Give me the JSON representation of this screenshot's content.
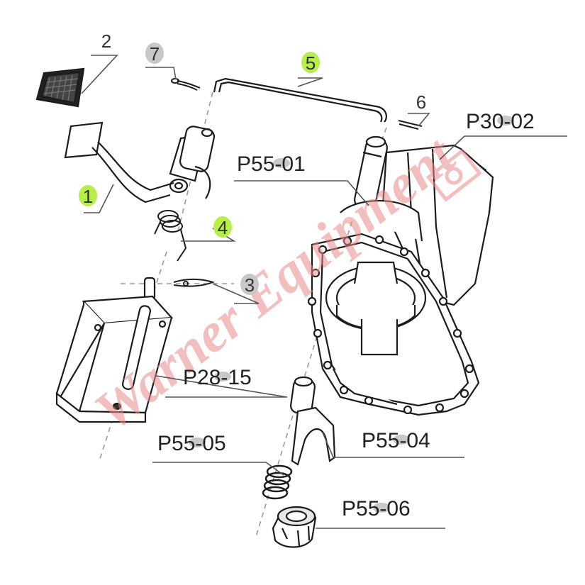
{
  "colors": {
    "highlight_green": "#b6ee4a",
    "dash_gray": "#c8c8c8",
    "watermark_red": "#e98a8a",
    "line": "#1c1c1c"
  },
  "callouts": [
    {
      "id": "c1",
      "text": "1",
      "style": "green"
    },
    {
      "id": "c2",
      "text": "2",
      "style": "plain"
    },
    {
      "id": "c3",
      "text": "3",
      "style": "gray"
    },
    {
      "id": "c4",
      "text": "4",
      "style": "green"
    },
    {
      "id": "c5",
      "text": "5",
      "style": "green"
    },
    {
      "id": "c6",
      "text": "6",
      "style": "plain"
    },
    {
      "id": "c7",
      "text": "7",
      "style": "gray"
    }
  ],
  "part_labels": [
    {
      "id": "p30_02",
      "text": "P30-02"
    },
    {
      "id": "p55_01",
      "text": "P55-01"
    },
    {
      "id": "p28_15",
      "text": "P28-15"
    },
    {
      "id": "p55_05",
      "text": "P55-05"
    },
    {
      "id": "p55_04",
      "text": "P55-04"
    },
    {
      "id": "p55_06",
      "text": "P55-06"
    }
  ],
  "watermark": {
    "text": "Warner Equipment",
    "icon": "watermark-logo-icon"
  }
}
